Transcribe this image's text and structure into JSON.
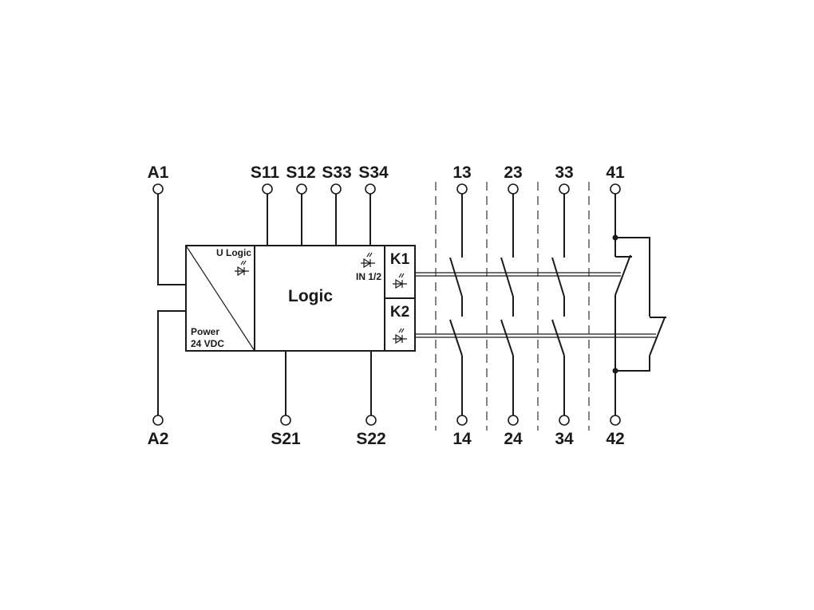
{
  "terminals": {
    "a1": "A1",
    "a2": "A2",
    "s11": "S11",
    "s12": "S12",
    "s33": "S33",
    "s34": "S34",
    "s21": "S21",
    "s22": "S22",
    "t13": "13",
    "t23": "23",
    "t33": "33",
    "t41": "41",
    "t14": "14",
    "t24": "24",
    "t34": "34",
    "t42": "42"
  },
  "blocks": {
    "u_logic": "U Logic",
    "power_line1": "Power",
    "power_line2": "24 VDC",
    "logic": "Logic",
    "in_led": "IN 1/2",
    "k1": "K1",
    "k2": "K2"
  },
  "icons": [
    "led-icon",
    "terminal-icon",
    "contact-no-icon",
    "contact-nc-icon"
  ]
}
